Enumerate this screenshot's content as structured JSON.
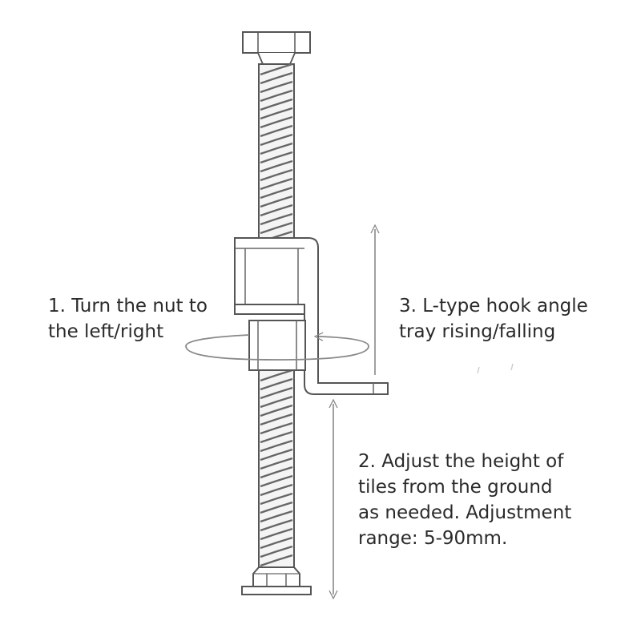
{
  "annotations": {
    "turn_nut": [
      "1. Turn the nut to",
      "the left/right"
    ],
    "adjust_height": [
      "2. Adjust the height of",
      "tiles from the ground",
      "as needed. Adjustment",
      "range: 5-90mm."
    ],
    "hook_tray": [
      "3. L-type hook angle",
      "tray rising/falling"
    ]
  },
  "colors": {
    "line": "#555555",
    "arrow": "#888888",
    "text": "#2a2a2a"
  }
}
